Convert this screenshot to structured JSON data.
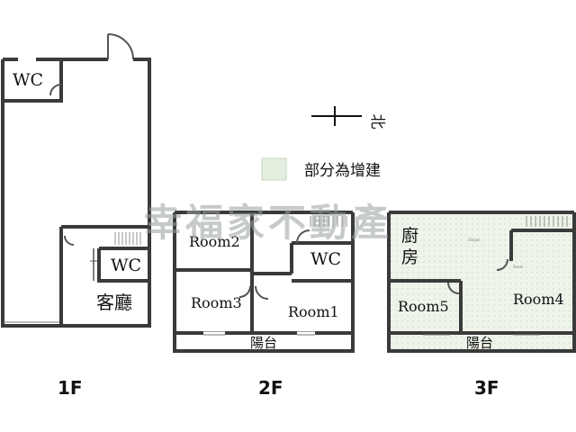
{
  "floors": [
    {
      "label": "1F",
      "rooms": [
        {
          "label": "WC"
        },
        {
          "label": "WC"
        },
        {
          "label": "客廳"
        }
      ]
    },
    {
      "label": "2F",
      "rooms": [
        {
          "label": "Room2"
        },
        {
          "label": "WC"
        },
        {
          "label": "Room3"
        },
        {
          "label": "Room1"
        },
        {
          "label": "陽台"
        }
      ]
    },
    {
      "label": "3F",
      "rooms": [
        {
          "label": "廚"
        },
        {
          "label": "房"
        },
        {
          "label": "Room5"
        },
        {
          "label": "Room4"
        },
        {
          "label": "陽台"
        }
      ]
    }
  ],
  "compass": {
    "label": "北"
  },
  "legend": {
    "label": "部分為增建",
    "swatch_color": "#e4efdf"
  },
  "watermark": "幸福家不動產",
  "colors": {
    "wall": "#3a3a3a",
    "addition_fill": "#e9f1e4"
  }
}
